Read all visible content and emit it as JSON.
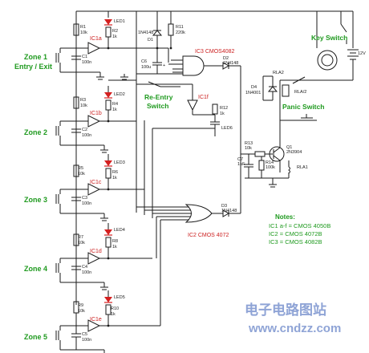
{
  "zones": [
    {
      "title": "Zone 1",
      "subtitle": "Entry / Exit",
      "ic": "IC1a",
      "r1": "R1",
      "r1v": "10k",
      "r2": "R2",
      "r2v": "1k",
      "c": "C1",
      "cv": "100n",
      "led": "LED1"
    },
    {
      "title": "Zone 2",
      "ic": "IC1b",
      "r1": "R3",
      "r1v": "10k",
      "r2": "R4",
      "r2v": "1k",
      "c": "C2",
      "cv": "100n",
      "led": "LED2"
    },
    {
      "title": "Zone 3",
      "ic": "IC1c",
      "r1": "R5",
      "r1v": "10k",
      "r2": "R6",
      "r2v": "1k",
      "c": "C3",
      "cv": "100n",
      "led": "LED3"
    },
    {
      "title": "Zone 4",
      "ic": "IC1d",
      "r1": "R7",
      "r1v": "10k",
      "r2": "R8",
      "r2v": "1k",
      "c": "C4",
      "cv": "100n",
      "led": "LED4"
    },
    {
      "title": "Zone 5",
      "ic": "IC1e",
      "r1": "R9",
      "r1v": "10k",
      "r2": "R10",
      "r2v": "1k",
      "c": "C5",
      "cv": "100n",
      "led": "LED5"
    }
  ],
  "parts": {
    "d1": "1N4148",
    "d1_ref": "D1",
    "r11": "R11",
    "r11v": "220k",
    "c6": "C6",
    "c6v": "100u",
    "c6_pol": "+",
    "ic3": "IC3 CMOS4082",
    "d2": "D2",
    "d2v": "1N4148",
    "ic1f": "IC1f",
    "r12": "R12",
    "r12v": "1k",
    "led6": "LED6",
    "r13": "R13",
    "r13v": "10k",
    "q1": "Q1",
    "q1v": "2N3904",
    "c7": "C7",
    "c7v": "1uF",
    "r14": "R14",
    "r14v": "100k",
    "d3": "D3",
    "d3v": "1N4148",
    "ic2": "IC2 CMOS 4072",
    "d4": "D4",
    "d4v": "1N4001",
    "rla2": "RLA2",
    "rla12": "RLA/2",
    "rla1": "RLA1",
    "batt": "12V"
  },
  "labels": {
    "reentry_line1": "Re-Entry",
    "reentry_line2": "Switch",
    "key_switch": "Key Switch",
    "panic_switch": "Panic Switch"
  },
  "notes": {
    "title": "Notes:",
    "lines": [
      "IC1 a-f = CMOS 4050B",
      "IC2     = CMOS 4072B",
      "IC3     = CMOS 4082B"
    ]
  },
  "watermark": {
    "cn": "电子电路图站",
    "url": "www.cndzz.com",
    "color": "#8fa4d6"
  }
}
